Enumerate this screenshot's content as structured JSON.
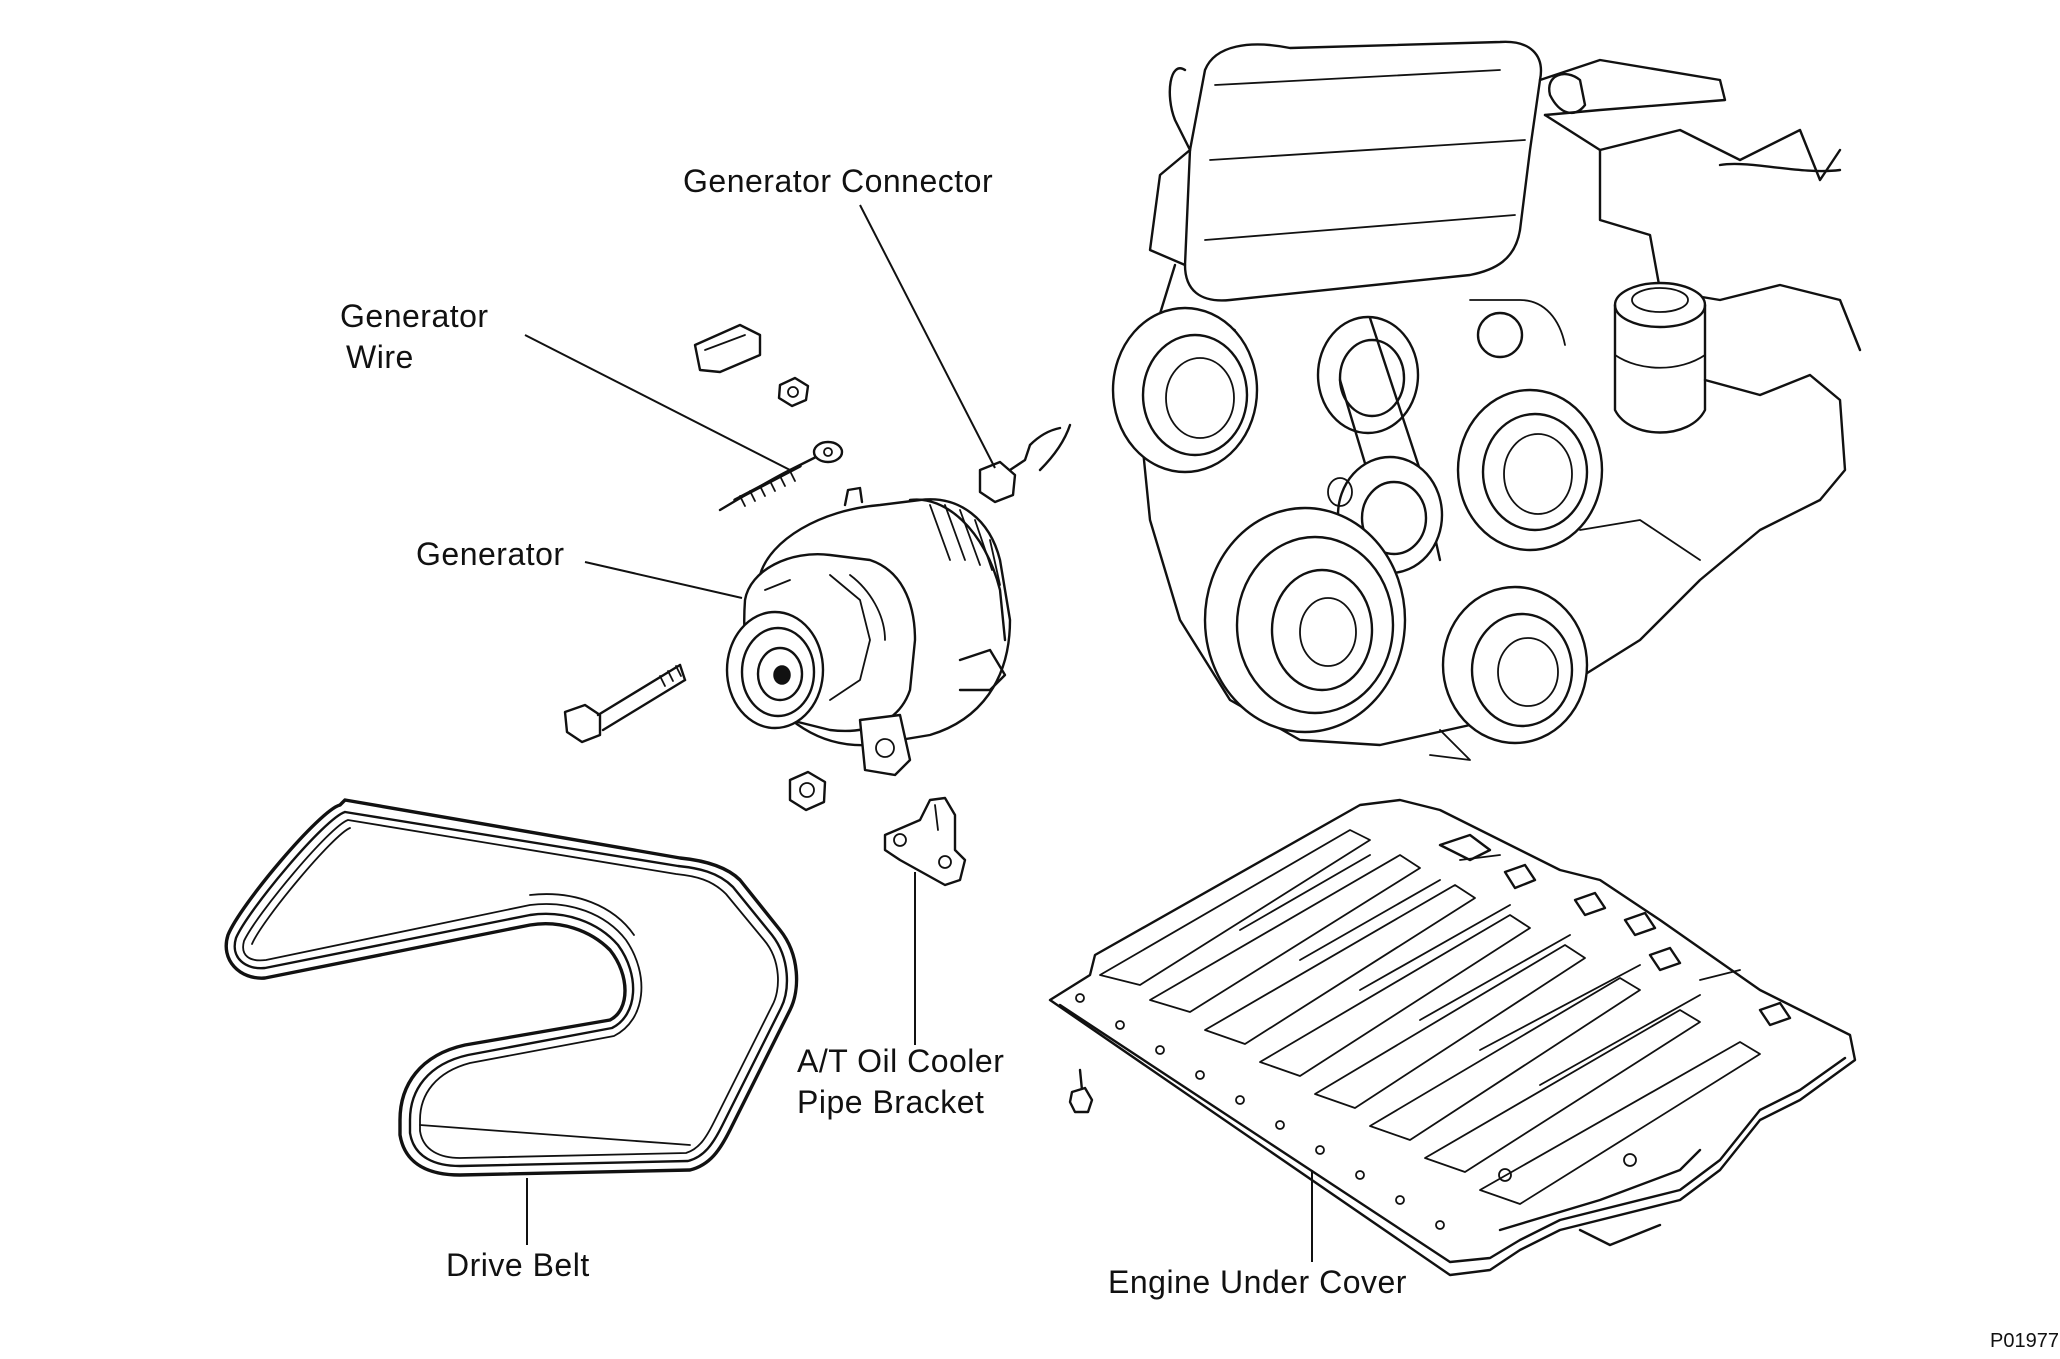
{
  "labels": {
    "generator_connector": "Generator Connector",
    "generator_wire_line1": "Generator",
    "generator_wire_line2": "Wire",
    "generator": "Generator",
    "at_oil_cooler_line1": "A/T Oil Cooler",
    "at_oil_cooler_line2": "Pipe Bracket",
    "drive_belt": "Drive Belt",
    "engine_under_cover": "Engine Under Cover"
  },
  "figure_code": "P01977"
}
